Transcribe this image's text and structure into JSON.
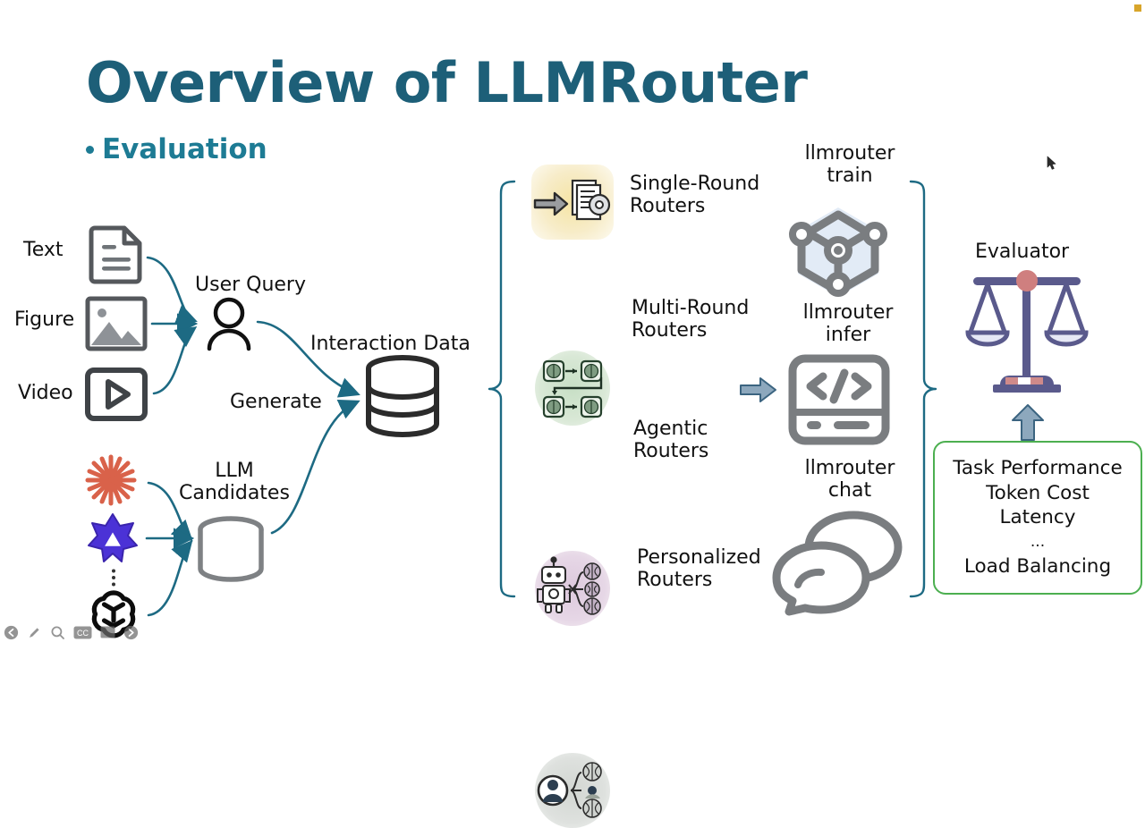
{
  "slide": {
    "title": "Overview of LLMRouter",
    "bullet": "Evaluation"
  },
  "colors": {
    "title_teal": "#1d5f78",
    "bullet_teal": "#1d7b94",
    "connector_teal": "#1d6a83",
    "icon_grey": "#7a7d80",
    "arrow_blue": "#7d9cb5",
    "eval_purple": "#5a5a8c",
    "eval_pivot": "#cf7f7f",
    "eval_box_green": "#4caf50",
    "dot_gold": "#d8a52a"
  },
  "inputs": {
    "items": [
      {
        "label": "Text",
        "icon": "document-icon"
      },
      {
        "label": "Figure",
        "icon": "image-icon"
      },
      {
        "label": "Video",
        "icon": "video-play-icon"
      }
    ]
  },
  "user_query": {
    "label": "User Query",
    "icon": "person-icon"
  },
  "candidates": {
    "label_line1": "LLM",
    "label_line2": "Candidates",
    "icon": "database-cylinder-icon",
    "models": [
      {
        "name": "claude-logo-icon"
      },
      {
        "name": "mistral-logo-icon"
      },
      {
        "name": "ellipsis-vertical-icon"
      },
      {
        "name": "openai-logo-icon"
      }
    ]
  },
  "edges": {
    "generate": "Generate",
    "interaction_data": "Interaction Data"
  },
  "interaction_store": {
    "icon": "stacked-database-icon"
  },
  "routers": {
    "items": [
      {
        "label_line1": "Single-Round",
        "label_line2": "Routers",
        "icon": "single-round-router-icon",
        "blob": "#f2e3ae",
        "shape": "square"
      },
      {
        "label_line1": "Multi-Round",
        "label_line2": "Routers",
        "icon": "multi-round-router-icon",
        "blob": "#cfe3cd",
        "shape": "circle"
      },
      {
        "label_line1": "Agentic",
        "label_line2": "Routers",
        "icon": "agentic-router-icon",
        "blob": "#e0cfe0",
        "shape": "circle"
      },
      {
        "label_line1": "Personalized",
        "label_line2": "Routers",
        "icon": "personalized-router-icon",
        "blob": "#d8dcd8",
        "shape": "circle"
      }
    ]
  },
  "llmrouter_cli": {
    "items": [
      {
        "label_line1": "llmrouter",
        "label_line2": "train",
        "icon": "network-hexagon-icon"
      },
      {
        "label_line1": "llmrouter",
        "label_line2": "infer",
        "icon": "code-window-icon"
      },
      {
        "label_line1": "llmrouter",
        "label_line2": "chat",
        "icon": "chat-bubbles-icon"
      }
    ]
  },
  "evaluator": {
    "label": "Evaluator",
    "icon": "balance-scale-icon",
    "metrics": [
      "Task Performance",
      "Token Cost",
      "Latency",
      "...",
      "Load Balancing"
    ]
  },
  "player_toolbar": {
    "buttons": [
      {
        "name": "previous-slide-button",
        "icon": "arrow-left-circle-icon"
      },
      {
        "name": "pen-button",
        "icon": "pen-icon"
      },
      {
        "name": "zoom-button",
        "icon": "search-icon"
      },
      {
        "name": "captions-button",
        "icon": "cc-icon",
        "label": "CC"
      },
      {
        "name": "fullscreen-button",
        "icon": "screen-icon"
      },
      {
        "name": "next-slide-button",
        "icon": "arrow-right-circle-icon"
      }
    ]
  }
}
